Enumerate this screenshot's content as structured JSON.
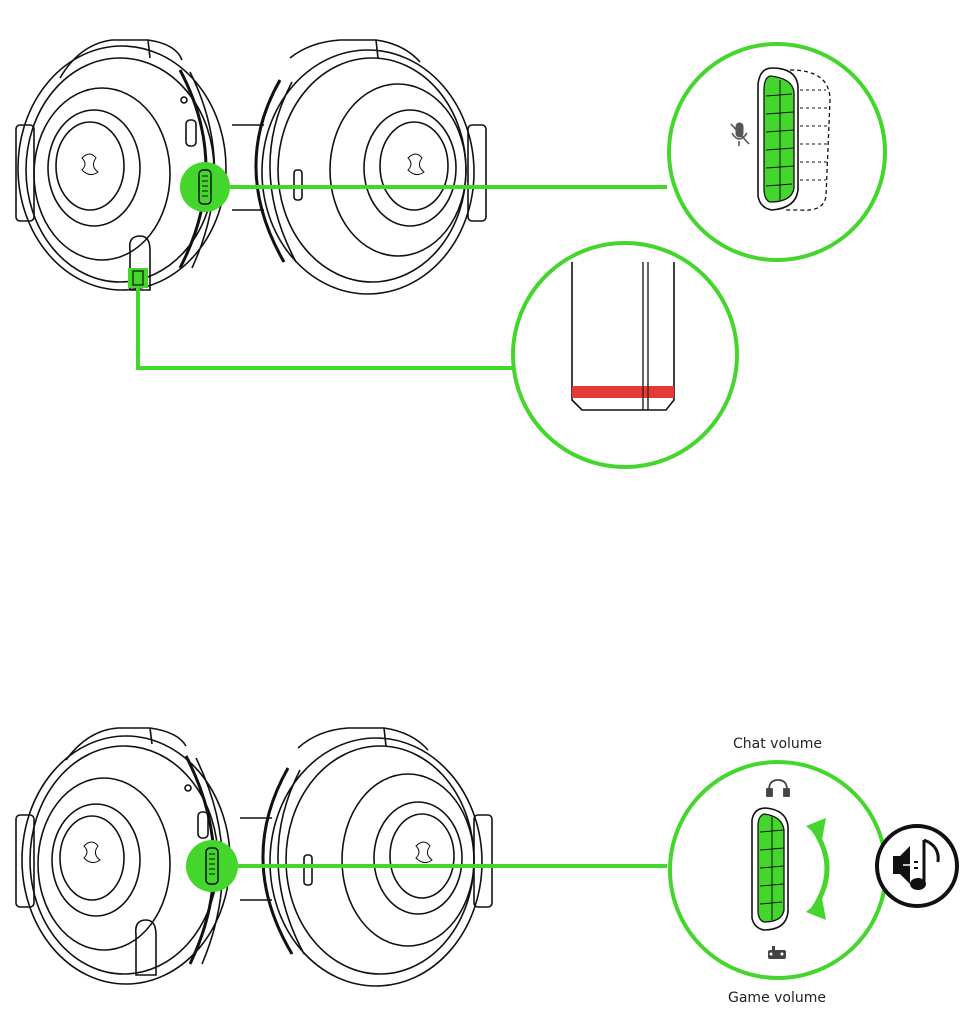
{
  "colors": {
    "accent": "#44d62c",
    "outline": "#111111",
    "marker": "#e53935",
    "background": "#ffffff"
  },
  "top_figure": {
    "callouts": [
      {
        "target": "mic-mute-slider",
        "icon": "mic-muted-icon"
      },
      {
        "target": "mic-boom-tip",
        "detail": "red-indicator-band"
      }
    ]
  },
  "bottom_figure": {
    "callout": {
      "target": "volume-dial",
      "top_label": "Chat volume",
      "bottom_label": "Game volume",
      "top_icon": "headset-icon",
      "bottom_icon": "gamepad-icon",
      "badge_icon": "speaker-music-note-icon"
    }
  }
}
